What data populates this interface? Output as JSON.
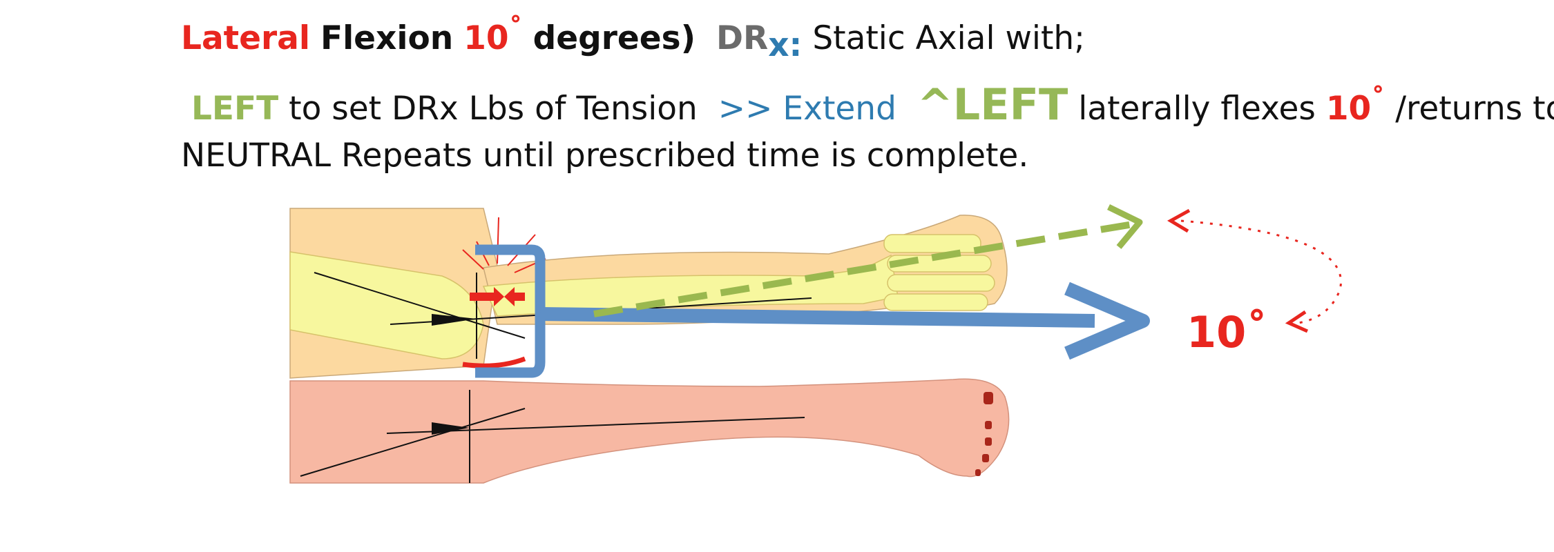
{
  "line1": {
    "lateral": "Lateral",
    "flexion": "Flexion",
    "degrees_num": "10",
    "degree_sign": "˚",
    "degrees_word": "degrees)",
    "drx_dr": "DR",
    "drx_x": "x:",
    "rest": "Static Axial with;"
  },
  "line2": {
    "left": "LEFT",
    "text1": "to set DRx Lbs of Tension",
    "extend": ">> Extend",
    "left2": "^LEFT",
    "text2": "laterally flexes",
    "deg_num": "10",
    "deg_sign": "˚",
    "text3": "/returns to"
  },
  "line3": {
    "text": "NEUTRAL Repeats until prescribed time is complete."
  },
  "diagram": {
    "angle_label": "10˚",
    "colors": {
      "thigh_yellow": "#fcd9a0",
      "bone": "#f7f79e",
      "skin": "#f7b8a3",
      "blue_arrow": "#5e8fc6",
      "green_arrow": "#9ab84f",
      "red": "#e8261f"
    }
  }
}
